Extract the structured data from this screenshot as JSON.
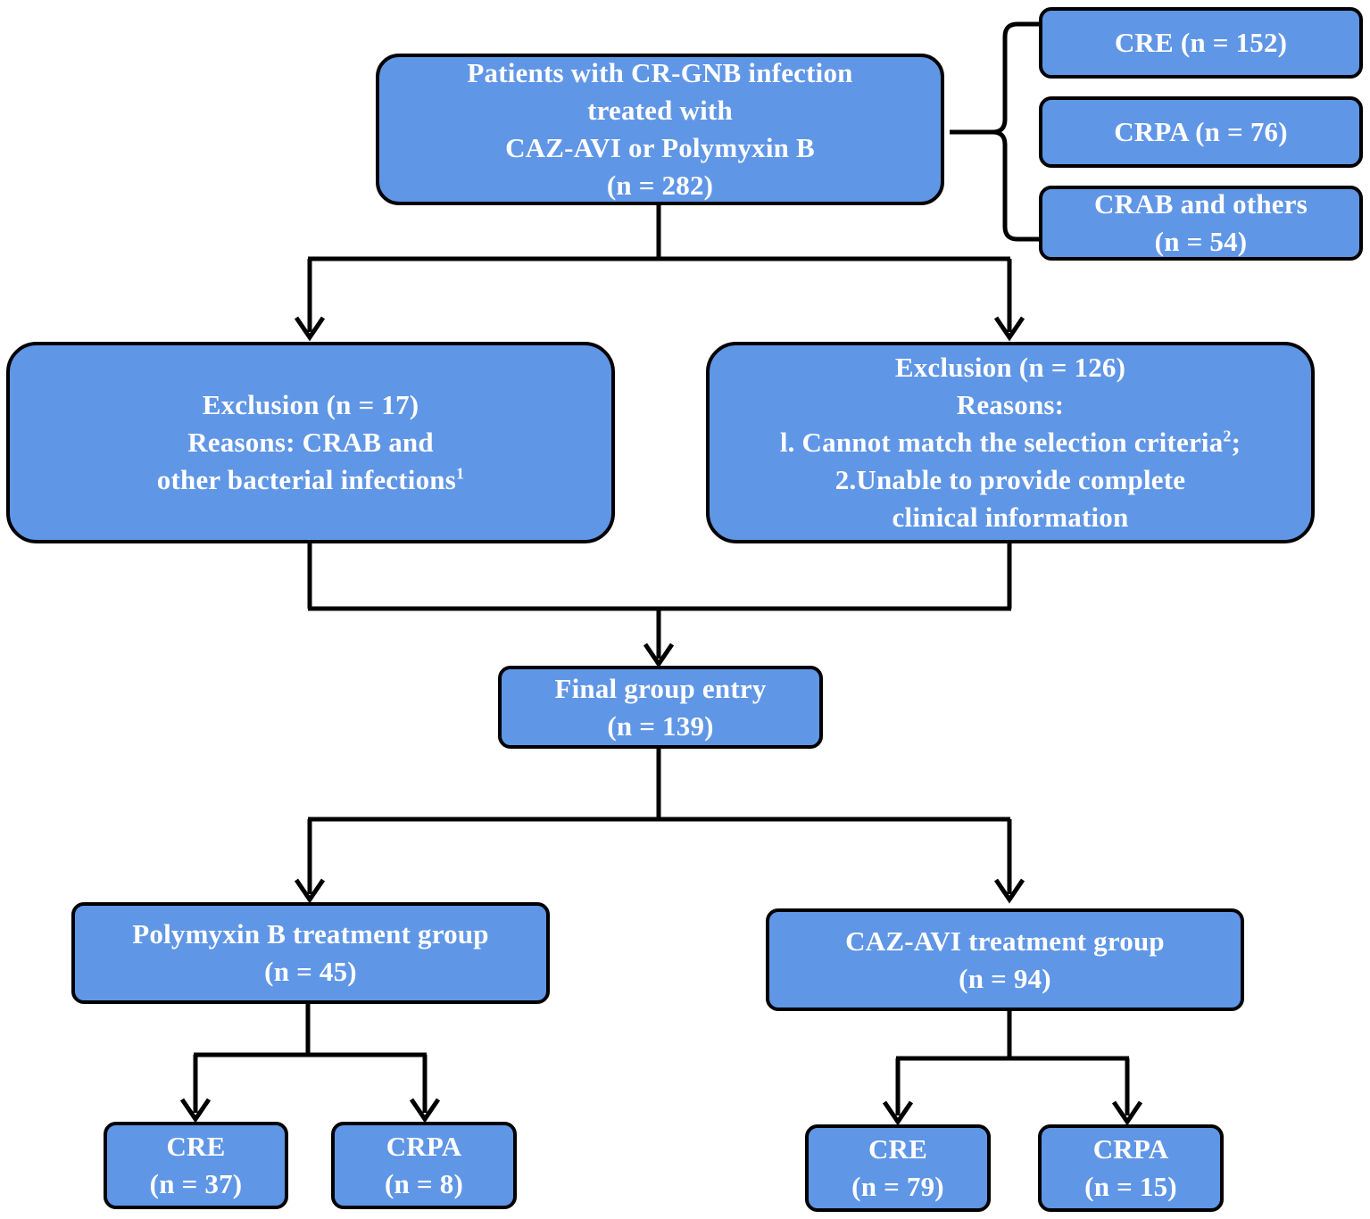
{
  "root": {
    "lines": [
      "Patients with CR-GNB infection",
      "treated with",
      "CAZ-AVI or Polymyxin B",
      "(n = 282)"
    ]
  },
  "breakdown": [
    {
      "label": "CRE (n = 152)"
    },
    {
      "label": "CRPA (n = 76)"
    },
    {
      "label_line1": "CRAB and others",
      "label_line2": "(n = 54)"
    }
  ],
  "exclusion_left": {
    "line1": "Exclusion (n = 17)",
    "line2": "Reasons: CRAB and",
    "line3": "other bacterial infections",
    "footnote": "1"
  },
  "exclusion_right": {
    "line1": "Exclusion (n = 126)",
    "line2": "Reasons:",
    "line3": "l. Cannot match the selection criteria",
    "line3_footnote": "2",
    "line3_tail": ";",
    "line4": "2.Unable to provide complete",
    "line5": "clinical information"
  },
  "final": {
    "line1": "Final group entry",
    "line2": "(n = 139)"
  },
  "group_polymyxin": {
    "line1": "Polymyxin B treatment group",
    "line2": "(n = 45)"
  },
  "group_cazavi": {
    "line1": "CAZ-AVI treatment group",
    "line2": "(n = 94)"
  },
  "leaves": {
    "poly_cre": {
      "line1": "CRE",
      "line2": "(n = 37)"
    },
    "poly_crpa": {
      "line1": "CRPA",
      "line2": "(n = 8)"
    },
    "caz_cre": {
      "line1": "CRE",
      "line2": "(n = 79)"
    },
    "caz_crpa": {
      "line1": "CRPA",
      "line2": "(n = 15)"
    }
  }
}
